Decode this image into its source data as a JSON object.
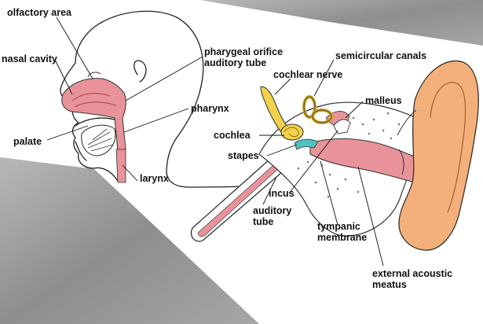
{
  "colors": {
    "background_gray": "#9a9a9a",
    "pink": "#e8939a",
    "skin": "#f4b07a",
    "yellow": "#f2d24a",
    "teal": "#4fc3c3"
  },
  "labels": {
    "olfactory_area": "olfactory area",
    "nasal_cavity": "nasal cavity",
    "palate": "palate",
    "larynx": "larynx",
    "pharyngeal_orifice": [
      "pharygeal orifice",
      "auditory tube"
    ],
    "pharynx": "pharynx",
    "cochlear_nerve": "cochlear nerve",
    "semicircular_canals": "semicircular canals",
    "malleus": "malleus",
    "cochlea": "cochlea",
    "stapes": "stapes",
    "incus": "incus",
    "auditory_tube": [
      "auditory",
      "tube"
    ],
    "tympanic_membrane": [
      "tympanic",
      "membrane"
    ],
    "external_acoustic_meatus": [
      "external acoustic",
      "meatus"
    ]
  }
}
